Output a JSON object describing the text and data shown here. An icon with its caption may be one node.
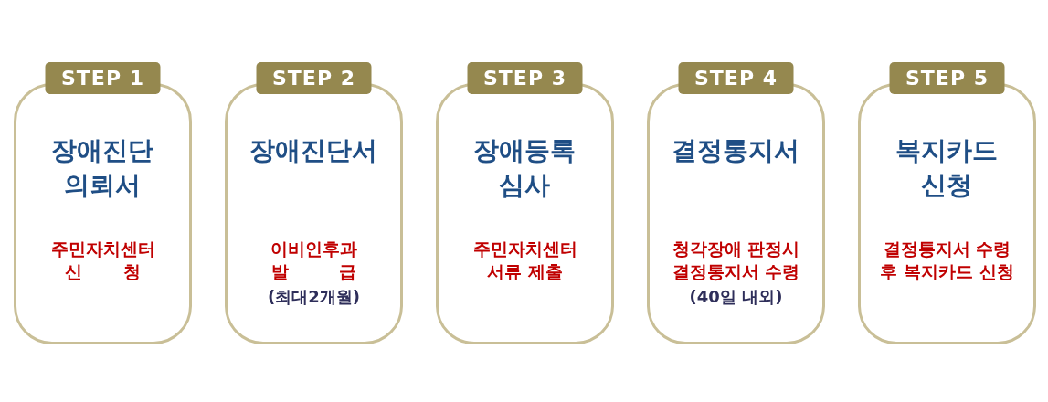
{
  "diagram": {
    "nodes": [
      {
        "text": [
          "STEP 1",
          "장애진단 의뢰서",
          "주민자치센터 신 청"
        ]
      },
      {
        "text": [
          "STEP 2",
          "장애진단서",
          "이비인후과 발 급",
          "(최대2개월)"
        ]
      },
      {
        "text": [
          "STEP 3",
          "장애등록 심사",
          "주민자치센터 서류 제출"
        ]
      },
      {
        "text": [
          "STEP 4",
          "결정통지서",
          "청각장애 판정시 결정통지서 수령",
          "(40일 내외)"
        ]
      },
      {
        "text": [
          "STEP 5",
          "복지카드 신청",
          "결정통지서 수령 후 복지카드 신청"
        ]
      }
    ]
  }
}
